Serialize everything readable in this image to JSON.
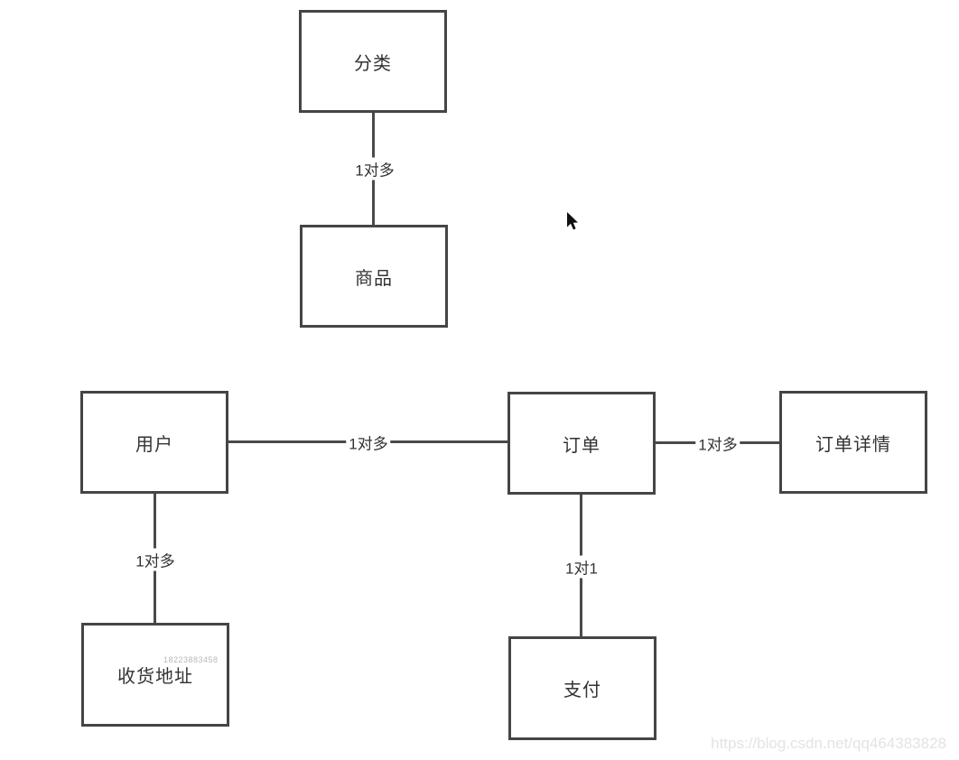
{
  "diagram": {
    "entities": [
      {
        "id": "category",
        "label": "分类"
      },
      {
        "id": "product",
        "label": "商品"
      },
      {
        "id": "user",
        "label": "用户"
      },
      {
        "id": "order",
        "label": "订单"
      },
      {
        "id": "order-detail",
        "label": "订单详情"
      },
      {
        "id": "address",
        "label": "收货地址"
      },
      {
        "id": "payment",
        "label": "支付"
      }
    ],
    "relations": [
      {
        "from": "分类",
        "to": "商品",
        "label": "1对多"
      },
      {
        "from": "用户",
        "to": "订单",
        "label": "1对多"
      },
      {
        "from": "订单",
        "to": "订单详情",
        "label": "1对多"
      },
      {
        "from": "用户",
        "to": "收货地址",
        "label": "1对多"
      },
      {
        "from": "订单",
        "to": "支付",
        "label": "1对1"
      }
    ]
  },
  "watermarks": {
    "csdn": "https://blog.csdn.net/qq464383828",
    "faint_digits": "18223883458"
  },
  "icons": {
    "cursor": "mouse-pointer"
  },
  "colors": {
    "box_border": "#454545",
    "connector": "#4a4a4a",
    "text": "#333333",
    "watermark": "#e3e3e3",
    "background": "#ffffff"
  }
}
